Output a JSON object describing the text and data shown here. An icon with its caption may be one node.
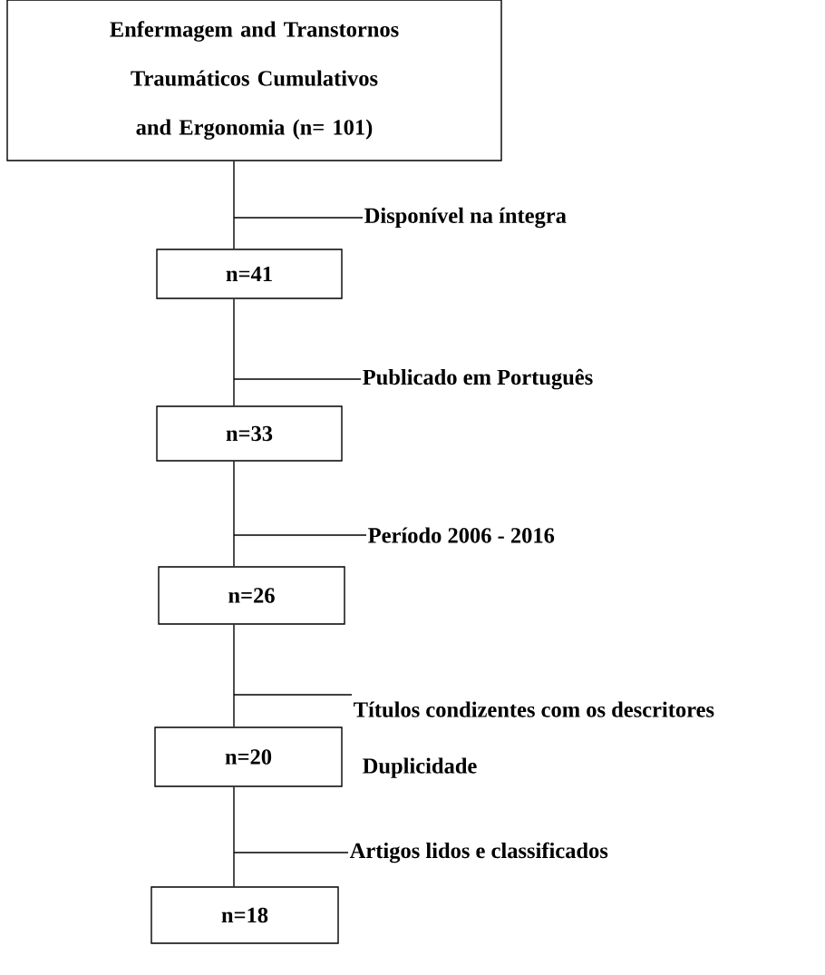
{
  "diagram": {
    "nodes": [
      {
        "text": [
          "Enfermagem and Transtornos Traumáticos Cumulativos and Ergonomia (n= 101)"
        ]
      },
      {
        "text": [
          "Disponível na íntegra"
        ]
      },
      {
        "text": [
          "n=41"
        ]
      },
      {
        "text": [
          "Publicado em Português"
        ]
      },
      {
        "text": [
          "n=33"
        ]
      },
      {
        "text": [
          "Período 2006 - 2016"
        ]
      },
      {
        "text": [
          "n=26"
        ]
      },
      {
        "text": [
          "Títulos condizentes com os descritores",
          "Duplicidade"
        ]
      },
      {
        "text": [
          "n=20"
        ]
      },
      {
        "text": [
          "Artigos lidos e classificados"
        ]
      },
      {
        "text": [
          "n=18"
        ]
      }
    ],
    "edges": [
      {
        "from": 0,
        "to": 2,
        "arrow": "none"
      },
      {
        "from": null,
        "to": 1,
        "arrow": "none"
      },
      {
        "from": 2,
        "to": 4,
        "arrow": "none"
      },
      {
        "from": null,
        "to": 3,
        "arrow": "none"
      },
      {
        "from": 4,
        "to": 6,
        "arrow": "none"
      },
      {
        "from": null,
        "to": 5,
        "arrow": "none"
      },
      {
        "from": 6,
        "to": 8,
        "arrow": "none"
      },
      {
        "from": null,
        "to": 7,
        "arrow": "none"
      },
      {
        "from": 8,
        "to": 10,
        "arrow": "none"
      },
      {
        "from": null,
        "to": 9,
        "arrow": "none"
      }
    ]
  }
}
